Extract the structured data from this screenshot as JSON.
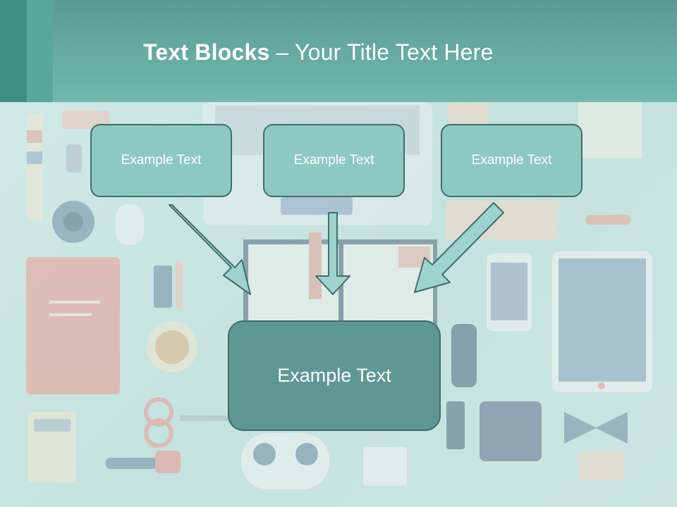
{
  "header": {
    "title_bold": "Text Blocks",
    "title_rest": " – Your Title Text Here"
  },
  "blocks": {
    "top": [
      "Example Text",
      "Example Text",
      "Example Text"
    ],
    "bottom": "Example Text"
  },
  "colors": {
    "header": "#6ab2a8",
    "box_light": "#8ec8c3",
    "box_dark": "#5f9794",
    "border": "#3e6e6b",
    "arrow_fill": "#9ed3cd"
  }
}
